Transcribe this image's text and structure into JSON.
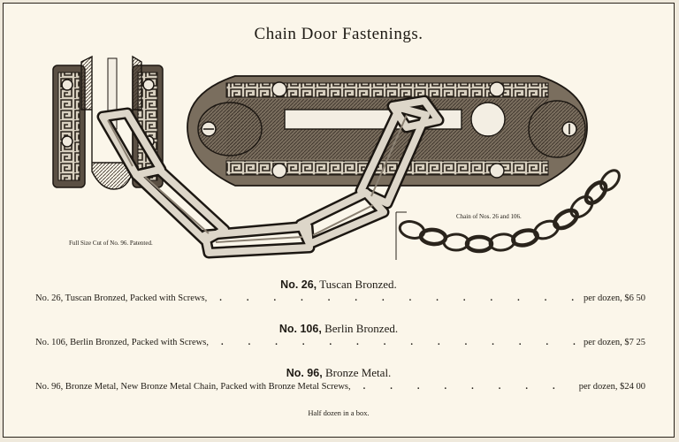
{
  "title": "Chain Door Fastenings.",
  "illustration": {
    "caption_left": "Full Size Cut of No. 96.   Patented.",
    "caption_right": "Chain of Nos. 26 and 106."
  },
  "items": [
    {
      "number": "No. 26,",
      "finish": "Tuscan Bronzed.",
      "description": "No. 26, Tuscan Bronzed, Packed with Screws,",
      "price": "per dozen, $6 50"
    },
    {
      "number": "No. 106,",
      "finish": "Berlin Bronzed.",
      "description": "No. 106, Berlin Bronzed, Packed with Screws,",
      "price": "per dozen, $7 25"
    },
    {
      "number": "No. 96,",
      "finish": "Bronze Metal.",
      "description": "No. 96, Bronze Metal, New Bronze Metal Chain, Packed with Bronze Metal Screws,",
      "price": "per dozen, $24 00"
    }
  ],
  "footnote": "Half dozen in a box."
}
